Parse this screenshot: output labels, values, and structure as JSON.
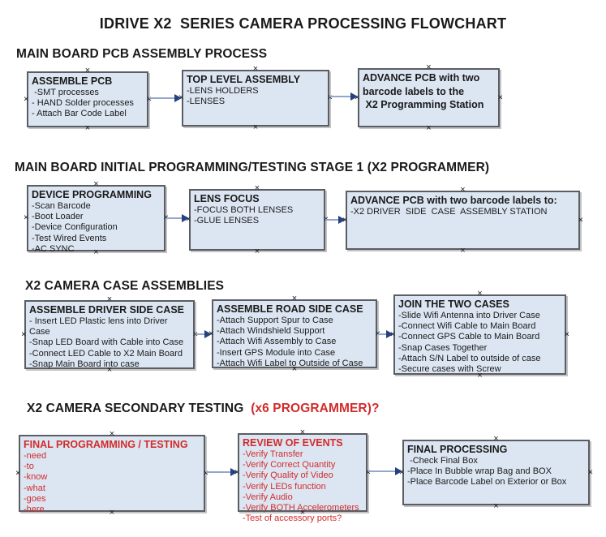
{
  "title": "IDRIVE X2  SERIES CAMERA PROCESSING FLOWCHART",
  "colors": {
    "box_fill": "#dce6f2",
    "box_border": "#5a5d63",
    "red_text": "#d22b2b",
    "arrow_shaft": "#94a7cb",
    "arrow_head": "#25417e"
  },
  "sections": [
    {
      "heading": "MAIN BOARD PCB ASSEMBLY PROCESS",
      "boxes": [
        {
          "title": "ASSEMBLE PCB",
          "items": [
            " -SMT processes",
            "- HAND Solder processes",
            "- Attach Bar Code Label"
          ]
        },
        {
          "title": "TOP LEVEL ASSEMBLY",
          "items": [
            "-LENS HOLDERS",
            "-LENSES"
          ]
        },
        {
          "text": "ADVANCE PCB with two\nbarcode labels to the\n X2 Programming Station"
        }
      ]
    },
    {
      "heading": "MAIN BOARD INITIAL PROGRAMMING/TESTING STAGE 1 (X2 PROGRAMMER)",
      "boxes": [
        {
          "title": "DEVICE PROGRAMMING",
          "items": [
            "-Scan Barcode",
            "-Boot Loader",
            "-Device Configuration",
            "-Test Wired Events",
            "-AC SYNC"
          ]
        },
        {
          "title": "LENS FOCUS",
          "items": [
            "-FOCUS BOTH LENSES",
            "-GLUE LENSES"
          ]
        },
        {
          "title": "ADVANCE PCB with two barcode labels to:",
          "items": [
            "-X2 DRIVER  SIDE  CASE  ASSEMBLY STATION"
          ]
        }
      ]
    },
    {
      "heading": "X2 CAMERA CASE ASSEMBLIES",
      "boxes": [
        {
          "title": "ASSEMBLE DRIVER SIDE CASE",
          "items": [
            "- Insert LED Plastic lens into Driver Case",
            "-Snap LED Board with Cable into Case",
            "-Connect LED Cable to X2 Main Board",
            "-Snap Main Board into case"
          ]
        },
        {
          "title": "ASSEMBLE ROAD SIDE CASE",
          "items": [
            "-Attach Support Spur to Case",
            "-Attach Windshield Support",
            "-Attach Wifi Assembly to Case",
            "-Insert GPS Module into Case",
            "-Attach Wifi Label to Outside of Case"
          ]
        },
        {
          "title": "JOIN THE TWO CASES",
          "items": [
            "-Slide Wifi Antenna into Driver Case",
            "-Connect Wifi Cable to Main Board",
            "-Connect GPS Cable to Main Board",
            "-Snap Cases Together",
            "-Attach S/N Label to outside of case",
            "-Secure cases with Screw"
          ]
        }
      ]
    },
    {
      "heading": "X2 CAMERA SECONDARY TESTING  ",
      "heading_red": "(x6 PROGRAMMER)?",
      "boxes": [
        {
          "title": "FINAL PROGRAMMING / TESTING",
          "items": [
            "-need",
            "-to",
            "-know",
            "-what",
            "-goes",
            "-here"
          ]
        },
        {
          "title": "REVIEW OF EVENTS",
          "items": [
            "-Verify Transfer",
            "-Verify Correct Quantity",
            "-Verify Quality of Video",
            "-Verify LEDs function",
            "-Verify Audio",
            "-Verify BOTH Accelerometers",
            "-Test of accessory ports?"
          ]
        },
        {
          "title": "FINAL PROCESSING",
          "items": [
            " -Check Final Box",
            "-Place In Bubble wrap Bag and BOX",
            "-Place Barcode Label on Exterior or Box"
          ]
        }
      ]
    }
  ]
}
